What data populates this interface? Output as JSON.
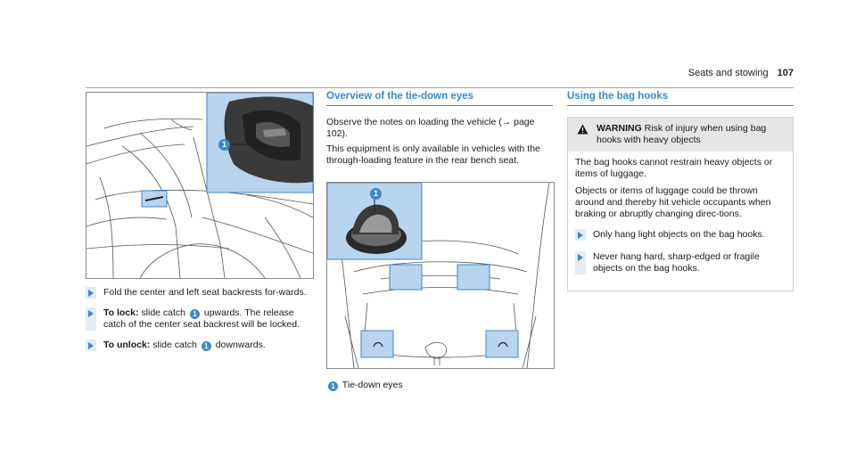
{
  "header": {
    "section": "Seats and stowing",
    "page_number": "107"
  },
  "left": {
    "steps": [
      {
        "text": "Fold the center and left seat backrests for-wards."
      },
      {
        "label": "To lock:",
        "before": "slide catch",
        "badge": "1",
        "after": "upwards. The release catch of the center seat backrest will be locked."
      },
      {
        "label": "To unlock:",
        "before": "slide catch",
        "badge": "1",
        "after": "downwards."
      }
    ],
    "callout": "1"
  },
  "middle": {
    "title": "Overview of the tie-down eyes",
    "para1": "Observe the notes on loading the vehicle (→ page 102).",
    "para2": "This equipment is only available in vehicles with the through-loading feature in the rear bench seat.",
    "callout": "1",
    "caption_badge": "1",
    "caption": "Tie-down eyes"
  },
  "right": {
    "title": "Using the bag hooks",
    "warning_label": "WARNING",
    "warning_text": "Risk of injury when using bag hooks with heavy objects",
    "para1": "The bag hooks cannot restrain heavy objects or items of luggage.",
    "para2": "Objects or items of luggage could be thrown around and thereby hit vehicle occupants when braking or abruptly changing direc-tions.",
    "steps": [
      "Only hang light objects on the bag hooks.",
      "Never hang hard, sharp-edged or fragile objects on the bag hooks."
    ]
  },
  "colors": {
    "accent": "#3f86c7",
    "highlight_fill": "#b8d4ee",
    "warning_bg": "#e6e6e6"
  },
  "icons": [
    "arrow-step-icon",
    "warning-triangle-icon",
    "callout-number-icon"
  ]
}
